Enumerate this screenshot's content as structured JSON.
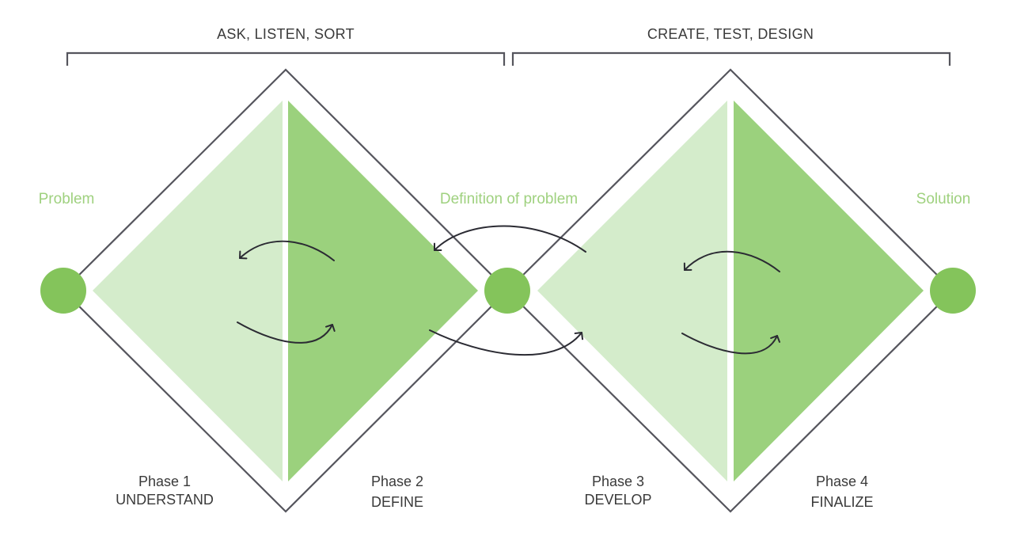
{
  "headers": {
    "left": "ASK, LISTEN, SORT",
    "right": "CREATE, TEST, DESIGN"
  },
  "nodes": {
    "start": "Problem",
    "middle": "Definition of problem",
    "end": "Solution"
  },
  "phases": [
    {
      "title": "Phase 1",
      "name": "UNDERSTAND"
    },
    {
      "title": "Phase 2",
      "name": "DEFINE"
    },
    {
      "title": "Phase 3",
      "name": "DEVELOP"
    },
    {
      "title": "Phase 4",
      "name": "FINALIZE"
    }
  ],
  "colors": {
    "light_green": "#d4eccb",
    "mid_green": "#9bd17d",
    "node_green": "#84c45b",
    "label_green": "#9fd17f",
    "outline": "#55555d",
    "text": "#3a3a3a"
  }
}
